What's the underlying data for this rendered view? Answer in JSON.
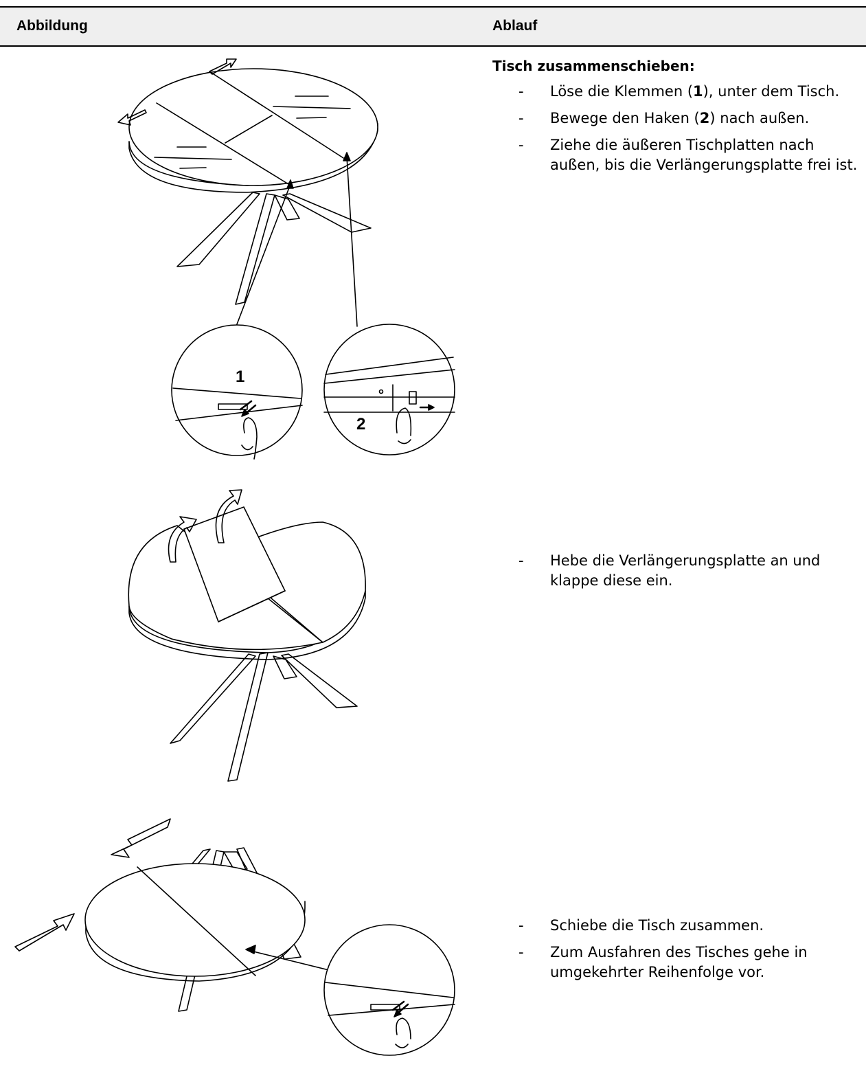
{
  "table": {
    "col_illustration": "Abbildung",
    "col_procedure": "Ablauf"
  },
  "step1": {
    "title": "Tisch zusammenschieben:",
    "b1_before": "Löse die Klemmen (",
    "b1_num": "1",
    "b1_after": "), unter dem Tisch.",
    "b2_before": "Bewege den Haken (",
    "b2_num": "2",
    "b2_after": ") nach außen.",
    "b3": "Ziehe die äußeren Tischplatten nach außen, bis die Verlängerungsplatte frei ist."
  },
  "step2": {
    "b1": "Hebe die Verlängerungsplatte an und klappe diese ein."
  },
  "step3": {
    "b1": "Schiebe die Tisch zusammen.",
    "b2": "Zum Ausfahren des Tisches gehe in umgekehrter Reihenfolge vor."
  },
  "illustration": {
    "callout_1": "1",
    "callout_2": "2"
  },
  "bullet_dash": "-"
}
